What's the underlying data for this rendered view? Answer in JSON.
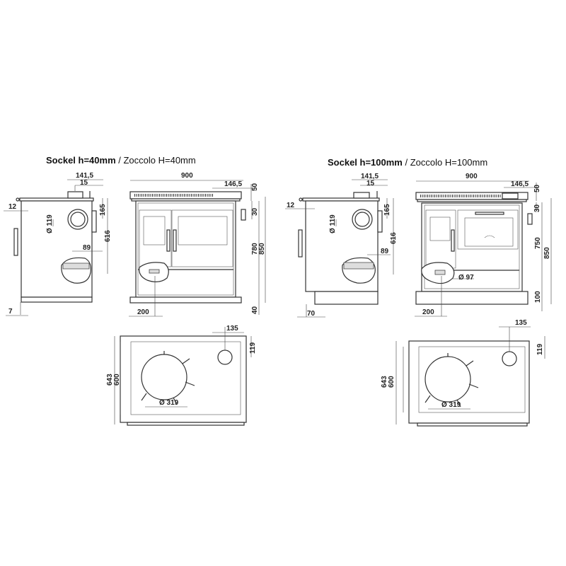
{
  "panels": [
    {
      "title_bold": "Sockel h=40mm",
      "title_rest": " / Zoccolo H=40mm",
      "side": {
        "d_141_5": "141,5",
        "d_15": "15",
        "d_165": "165",
        "d_616": "616",
        "d_119": "Ø 119",
        "d_89": "89",
        "d_12": "12",
        "d_base": "7"
      },
      "front": {
        "d_900": "900",
        "d_146_5": "146,5",
        "d_50": "50",
        "d_30": "30",
        "d_inner": "780",
        "d_850": "850",
        "d_base": "40",
        "d_200": "200"
      },
      "top": {
        "d_135": "135",
        "d_119": "119",
        "d_643": "643",
        "d_600": "600",
        "d_319": "Ø 319"
      }
    },
    {
      "title_bold": "Sockel h=100mm",
      "title_rest": " / Zoccolo H=100mm",
      "side": {
        "d_141_5": "141,5",
        "d_15": "15",
        "d_165": "165",
        "d_616": "616",
        "d_119": "Ø 119",
        "d_89": "89",
        "d_12": "12",
        "d_base": "70"
      },
      "front": {
        "d_900": "900",
        "d_146_5": "146,5",
        "d_50": "50",
        "d_30": "30",
        "d_inner": "750",
        "d_850": "850",
        "d_base": "100",
        "d_200": "200",
        "d_97": "Ø 97"
      },
      "top": {
        "d_135": "135",
        "d_119": "119",
        "d_643": "643",
        "d_600": "600",
        "d_319": "Ø 319"
      }
    }
  ]
}
